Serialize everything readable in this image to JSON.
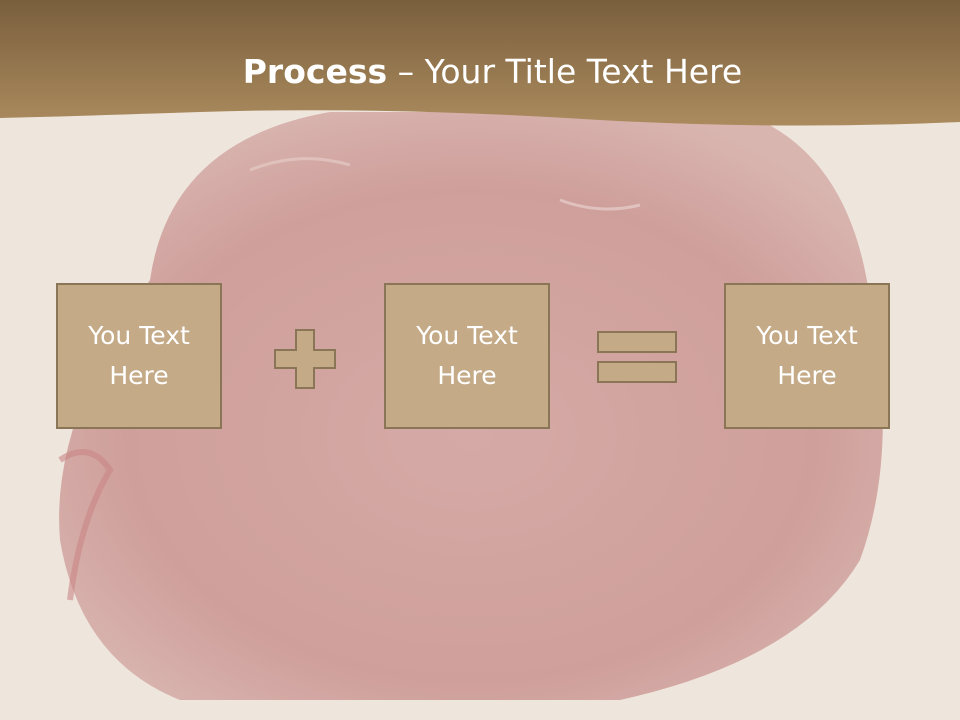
{
  "title": {
    "bold": "Process",
    "separator": " – ",
    "rest": "Your Title Text Here"
  },
  "boxes": [
    {
      "text": "You Text Here"
    },
    {
      "text": "You Text Here"
    },
    {
      "text": "You Text Here"
    }
  ],
  "colors": {
    "header": "#a3855a",
    "box_fill": "#c4aa87",
    "box_border": "#8b7557",
    "meat": "#c98f8c"
  },
  "icons": {
    "operator_1": "plus-icon",
    "operator_2": "equals-icon"
  }
}
